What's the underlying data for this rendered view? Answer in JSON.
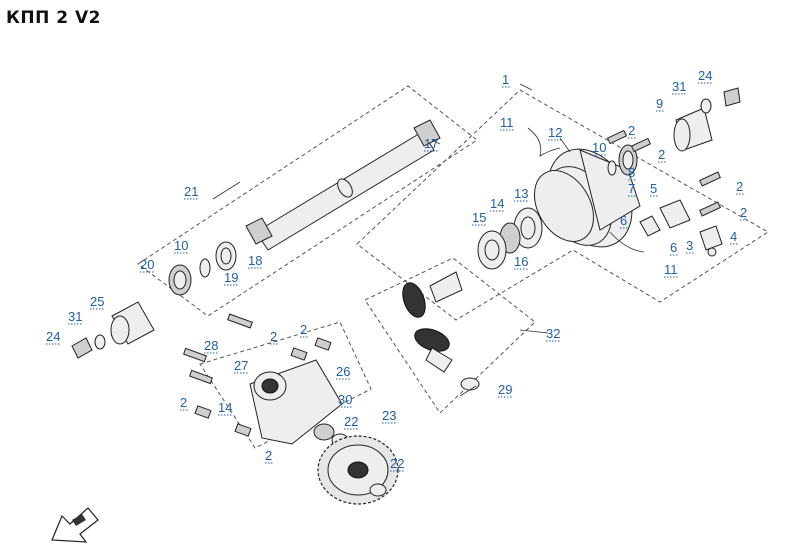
{
  "title": "КПП 2 V2",
  "callouts": [
    {
      "id": "c1",
      "label": "1"
    },
    {
      "id": "c2a",
      "label": "2"
    },
    {
      "id": "c2b",
      "label": "2"
    },
    {
      "id": "c2c",
      "label": "2"
    },
    {
      "id": "c2d",
      "label": "2"
    },
    {
      "id": "c2e",
      "label": "2"
    },
    {
      "id": "c2f",
      "label": "2"
    },
    {
      "id": "c2g",
      "label": "2"
    },
    {
      "id": "c2h",
      "label": "2"
    },
    {
      "id": "c3",
      "label": "3"
    },
    {
      "id": "c4",
      "label": "4"
    },
    {
      "id": "c5",
      "label": "5"
    },
    {
      "id": "c6a",
      "label": "6"
    },
    {
      "id": "c6b",
      "label": "6"
    },
    {
      "id": "c7",
      "label": "7"
    },
    {
      "id": "c8",
      "label": "8"
    },
    {
      "id": "c9",
      "label": "9"
    },
    {
      "id": "c10a",
      "label": "10"
    },
    {
      "id": "c10b",
      "label": "10"
    },
    {
      "id": "c11a",
      "label": "11"
    },
    {
      "id": "c11b",
      "label": "11"
    },
    {
      "id": "c12",
      "label": "12"
    },
    {
      "id": "c13",
      "label": "13"
    },
    {
      "id": "c14a",
      "label": "14"
    },
    {
      "id": "c14b",
      "label": "14"
    },
    {
      "id": "c15",
      "label": "15"
    },
    {
      "id": "c16",
      "label": "16"
    },
    {
      "id": "c17",
      "label": "17"
    },
    {
      "id": "c18",
      "label": "18"
    },
    {
      "id": "c19",
      "label": "19"
    },
    {
      "id": "c20",
      "label": "20"
    },
    {
      "id": "c21",
      "label": "21"
    },
    {
      "id": "c22a",
      "label": "22"
    },
    {
      "id": "c22b",
      "label": "22"
    },
    {
      "id": "c23",
      "label": "23"
    },
    {
      "id": "c24a",
      "label": "24"
    },
    {
      "id": "c24b",
      "label": "24"
    },
    {
      "id": "c25",
      "label": "25"
    },
    {
      "id": "c26",
      "label": "26"
    },
    {
      "id": "c27",
      "label": "27"
    },
    {
      "id": "c28",
      "label": "28"
    },
    {
      "id": "c29",
      "label": "29"
    },
    {
      "id": "c30",
      "label": "30"
    },
    {
      "id": "c31a",
      "label": "31"
    },
    {
      "id": "c31b",
      "label": "31"
    },
    {
      "id": "c32",
      "label": "32"
    }
  ],
  "colors": {
    "callout": "#1f5fa8",
    "line": "#333333",
    "part": "#eeeeee"
  },
  "icons": {
    "direction": "front-arrow-icon"
  }
}
